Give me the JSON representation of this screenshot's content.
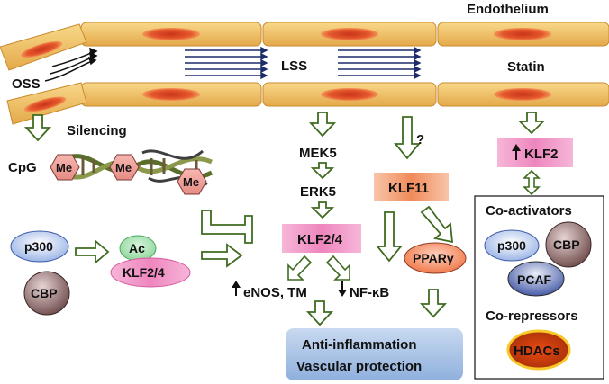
{
  "labels": {
    "endothelium": "Endothelium",
    "oss": "OSS",
    "lss": "LSS",
    "statin": "Statin",
    "silencing": "Silencing",
    "cpg": "CpG",
    "methyl": "Me",
    "mek5": "MEK5",
    "erk5": "ERK5",
    "klf24": "KLF2/4",
    "klf11": "KLF11",
    "question": "?",
    "ppar": "PPARγ",
    "enos": "eNOS, TM",
    "nfkb": "NF-κB",
    "klf2_up": "KLF2",
    "p300": "p300",
    "cbp": "CBP",
    "ac": "Ac",
    "outcome_line1": "Anti-inflammation",
    "outcome_line2": "Vascular protection",
    "coactivators": "Co-activators",
    "pcaf": "PCAF",
    "corepressors": "Co-repressors",
    "hdacs": "HDACs"
  },
  "colors": {
    "cell_body": "#f2c46a",
    "nucleus": "#e24a24",
    "klf_box": "#f7a8cf",
    "klf11_box": "#f39b6c",
    "outcome_box": "#a9c3e6",
    "arrow_outline": "#3f6b21",
    "lss_arrow": "#1d2c6a"
  }
}
